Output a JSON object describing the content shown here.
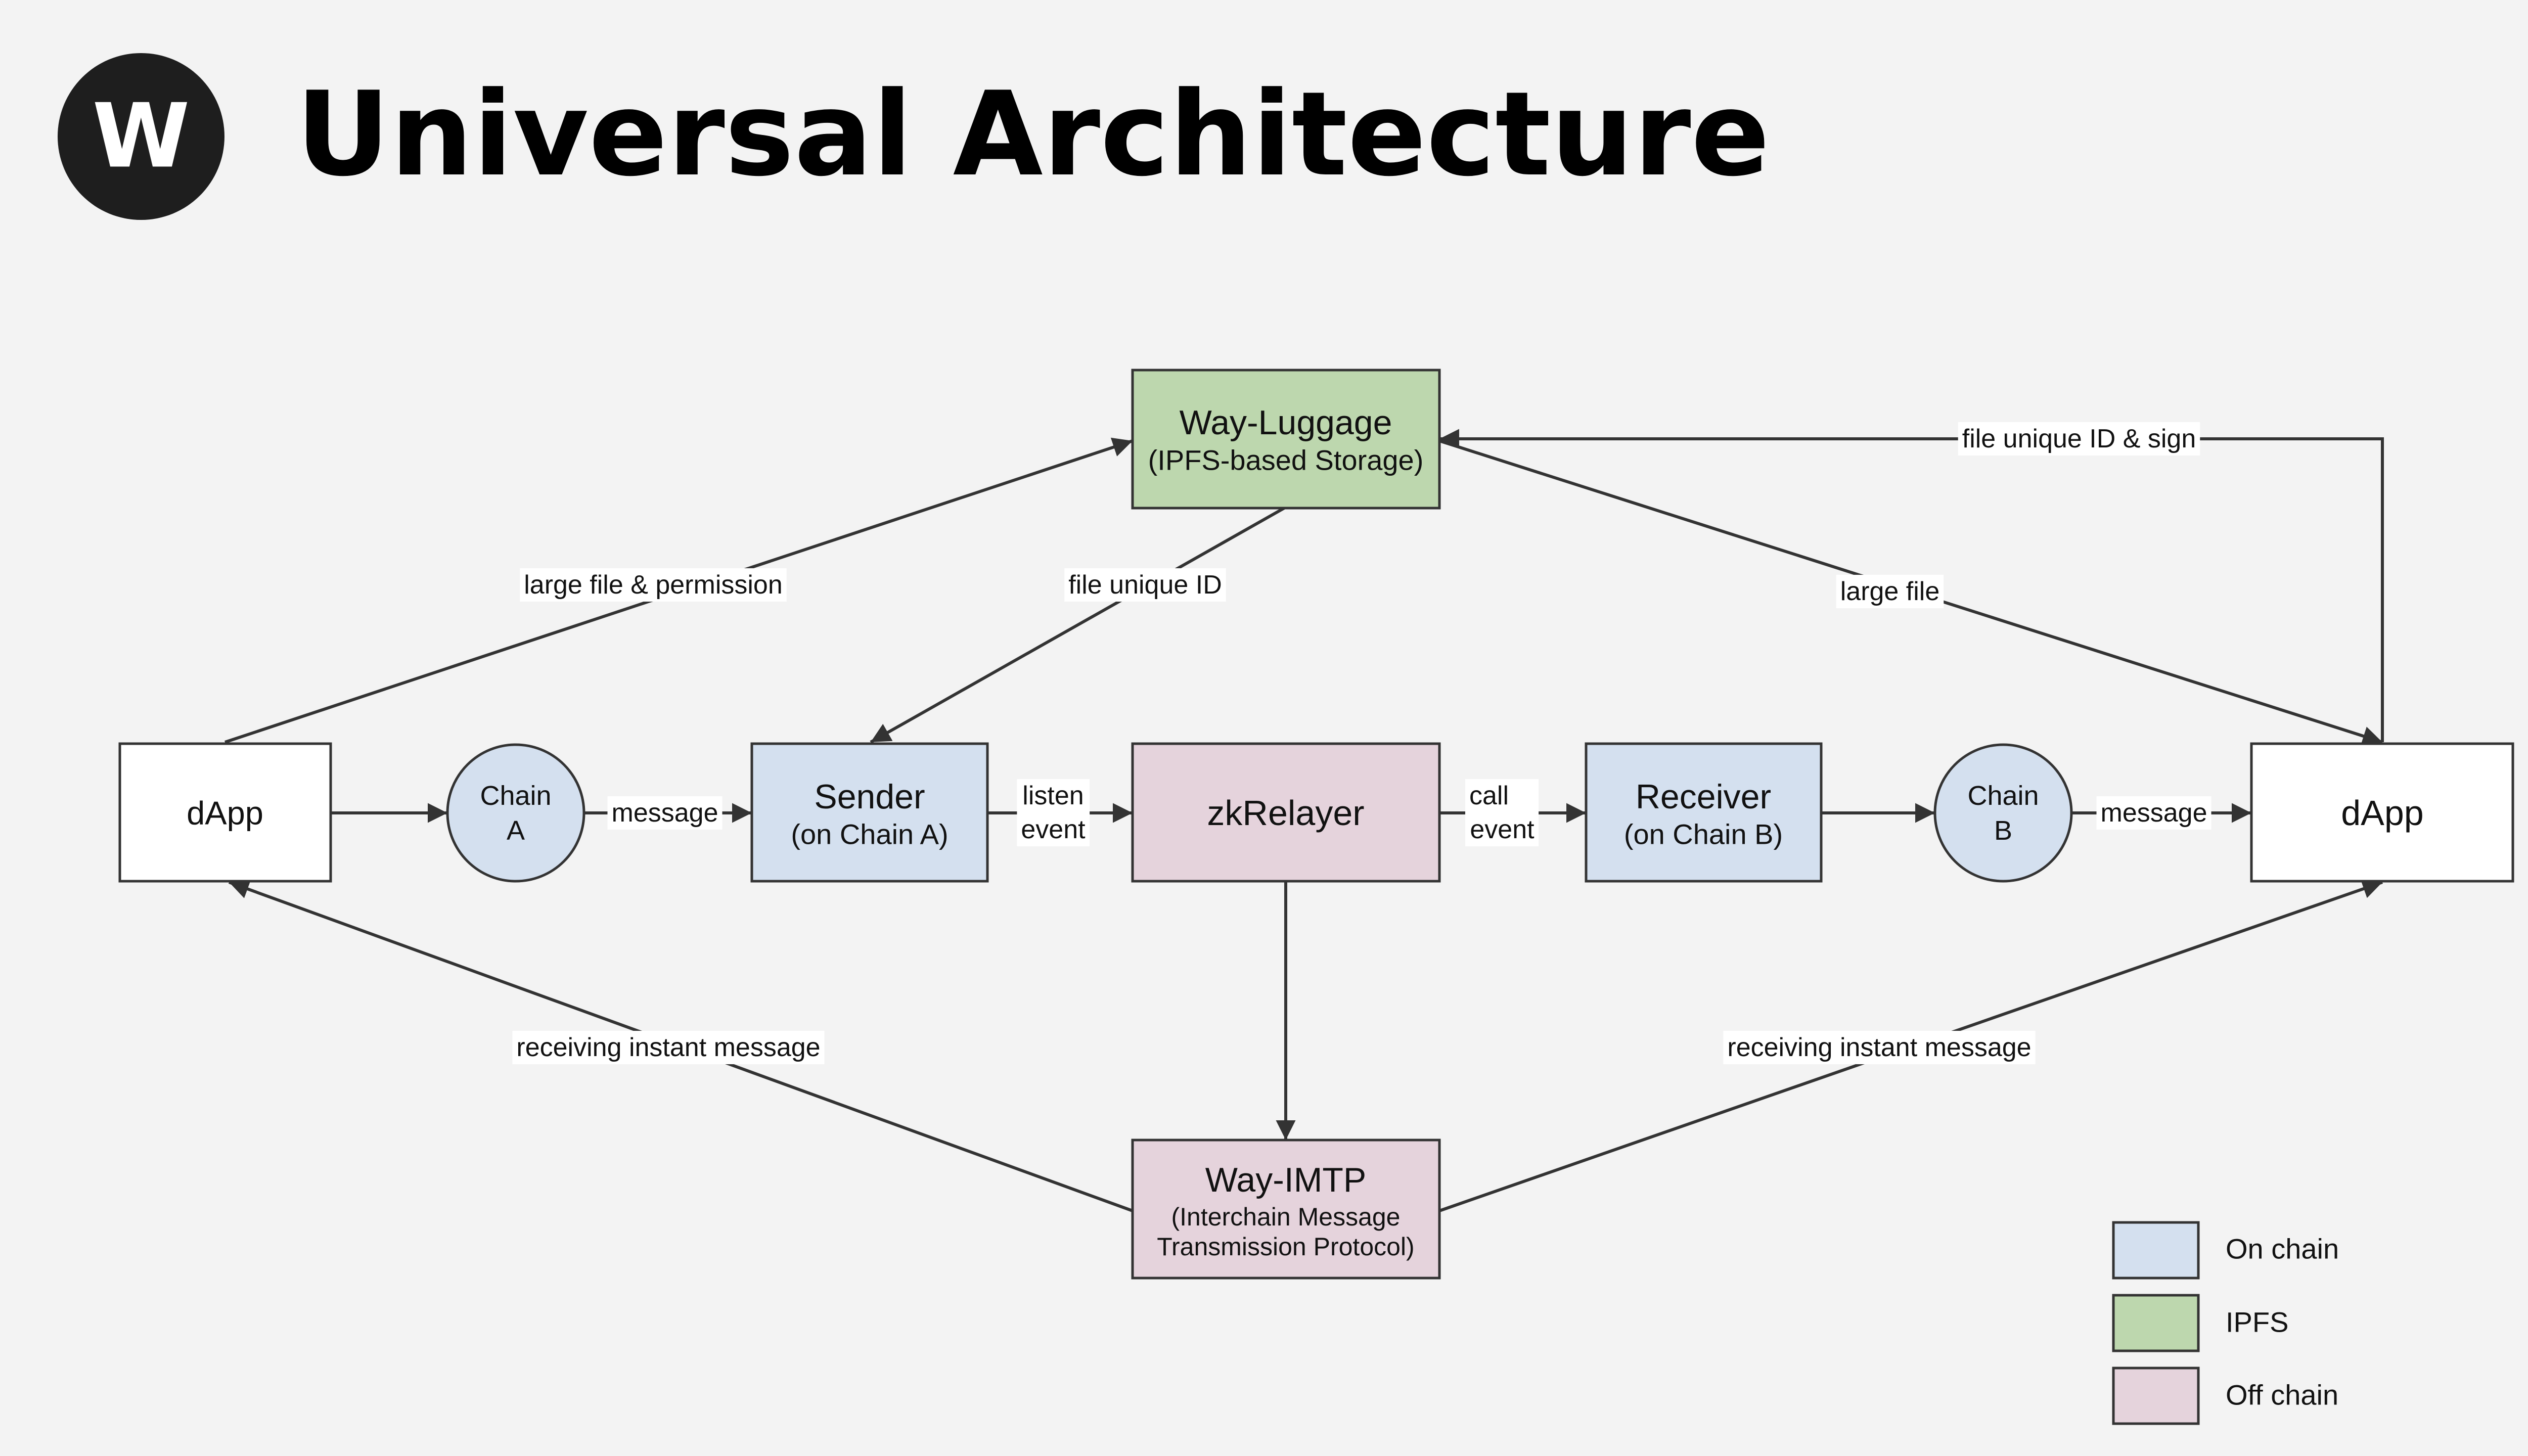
{
  "header": {
    "logo_letter": "W",
    "title": "Universal Architecture"
  },
  "colors": {
    "background": "#f3f3f3",
    "on_chain": "#d4e0ef",
    "ipfs": "#bdd7ae",
    "off_chain": "#e5d3dc",
    "plain_node": "#ffffff",
    "logo": "#1e1e1e",
    "stroke": "#333333"
  },
  "nodes": {
    "dapp_left": {
      "label": "dApp"
    },
    "chain_a": {
      "line1": "Chain",
      "line2": "A"
    },
    "sender": {
      "line1": "Sender",
      "line2": "(on Chain A)"
    },
    "zkrelayer": {
      "label": "zkRelayer"
    },
    "receiver": {
      "line1": "Receiver",
      "line2": "(on Chain B)"
    },
    "chain_b": {
      "line1": "Chain",
      "line2": "B"
    },
    "dapp_right": {
      "label": "dApp"
    },
    "way_luggage": {
      "line1": "Way-Luggage",
      "line2": "(IPFS-based Storage)"
    },
    "way_imtp": {
      "line1": "Way-IMTP",
      "line2": "(Interchain Message",
      "line3": "Transmission Protocol)"
    }
  },
  "edges": {
    "large_file_permission": "large file & permission",
    "file_unique_id": "file unique ID",
    "large_file": "large file",
    "file_unique_id_sign": "file unique ID & sign",
    "message_a": "message",
    "listen_event_1": "listen",
    "listen_event_2": "event",
    "call_event_1": "call",
    "call_event_2": "event",
    "message_b": "message",
    "receiving_left": "receiving instant message",
    "receiving_right": "receiving instant message"
  },
  "legend": {
    "items": [
      {
        "label": "On chain",
        "color": "#d4e0ef"
      },
      {
        "label": "IPFS",
        "color": "#bdd7ae"
      },
      {
        "label": "Off chain",
        "color": "#e5d3dc"
      }
    ]
  }
}
